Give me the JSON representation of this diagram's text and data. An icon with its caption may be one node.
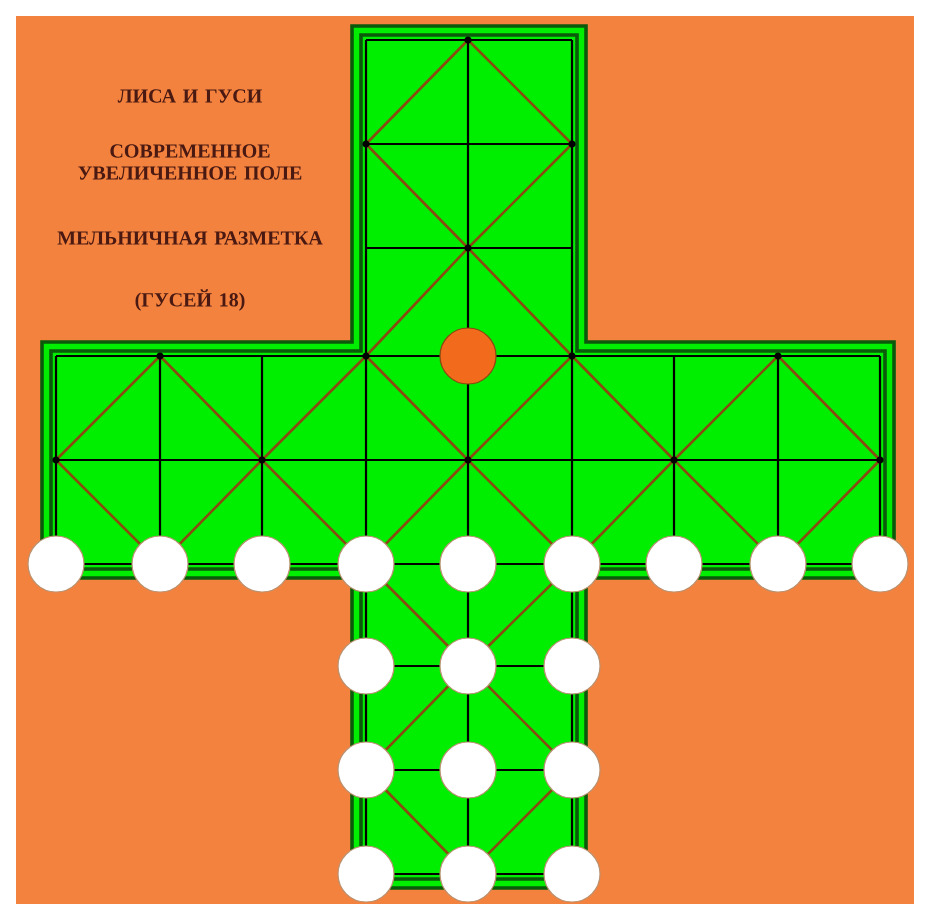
{
  "diagram": {
    "title": "ЛИСА И ГУСИ",
    "labels": [
      "СОВРЕМЕННОЕ УВЕЛИЧЕННОЕ ПОЛЕ",
      "МЕЛЬНИЧНАЯ РАЗМЕТКА",
      "(ГУСЕЙ 18)"
    ]
  }
}
